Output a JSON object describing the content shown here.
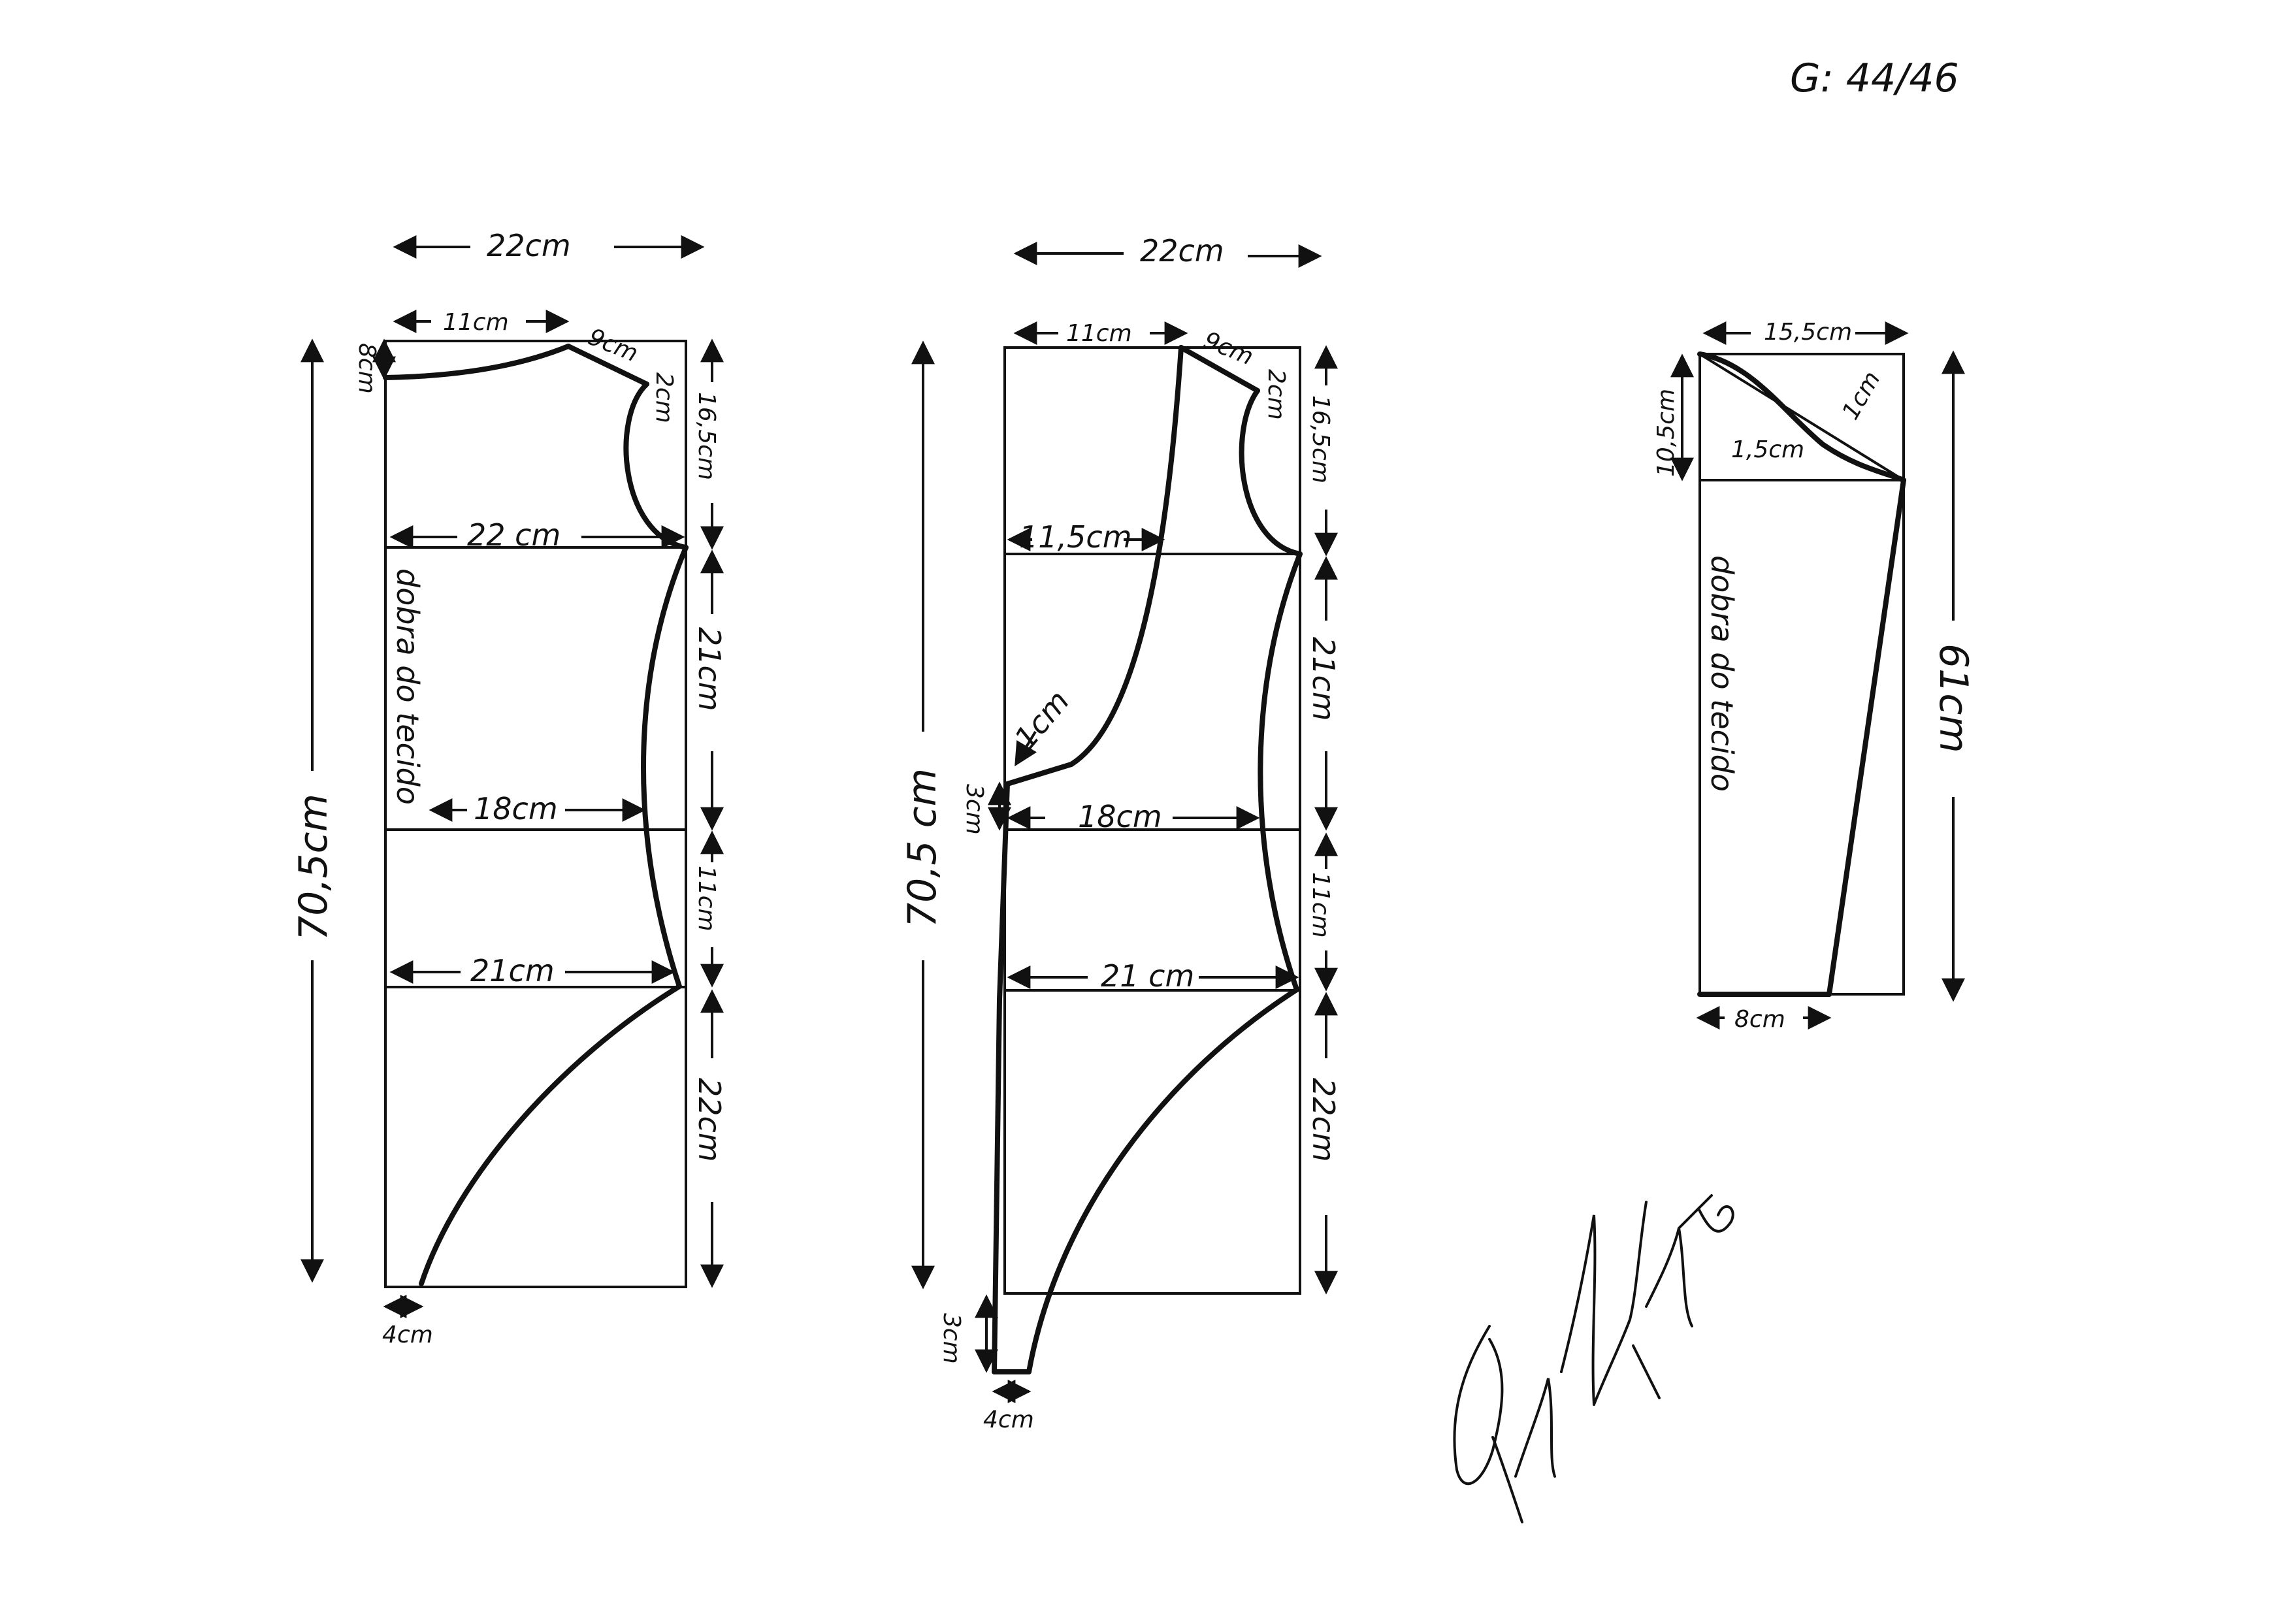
{
  "header": {
    "size_label": "G: 44/46"
  },
  "front": {
    "top_width": "22cm",
    "neck_width": "11cm",
    "shoulder": "9cm",
    "shoulder_drop": "2cm",
    "neck_depth": "8cm",
    "armhole_depth": "16,5cm",
    "bust_width": "22 cm",
    "waist_length": "21cm",
    "fold": "dobra do tecido",
    "waist_width": "18cm",
    "hip_length": "11cm",
    "hip_width": "21cm",
    "skirt_length": "22cm",
    "hem": "4cm",
    "total_length": "70,5cm"
  },
  "back": {
    "top_width": "22cm",
    "neck_width": "11cm",
    "shoulder": "9cm",
    "shoulder_drop": "2cm",
    "armhole_depth": "16,5cm",
    "neck_width_low": "11,5cm",
    "waist_length": "21cm",
    "curve": "1cm",
    "waist_drop": "3cm",
    "waist_width": "18cm",
    "hip_length": "11cm",
    "hip_width": "21 cm",
    "skirt_length": "22cm",
    "hem_drop": "3cm",
    "hem": "4cm",
    "total_length": "70,5 cm"
  },
  "sleeve": {
    "top_width": "15,5cm",
    "cap_height": "10,5cm",
    "curve_out": "1,5cm",
    "curve_in": "1cm",
    "fold": "dobra do tecido",
    "length": "61cm",
    "cuff": "8cm"
  }
}
